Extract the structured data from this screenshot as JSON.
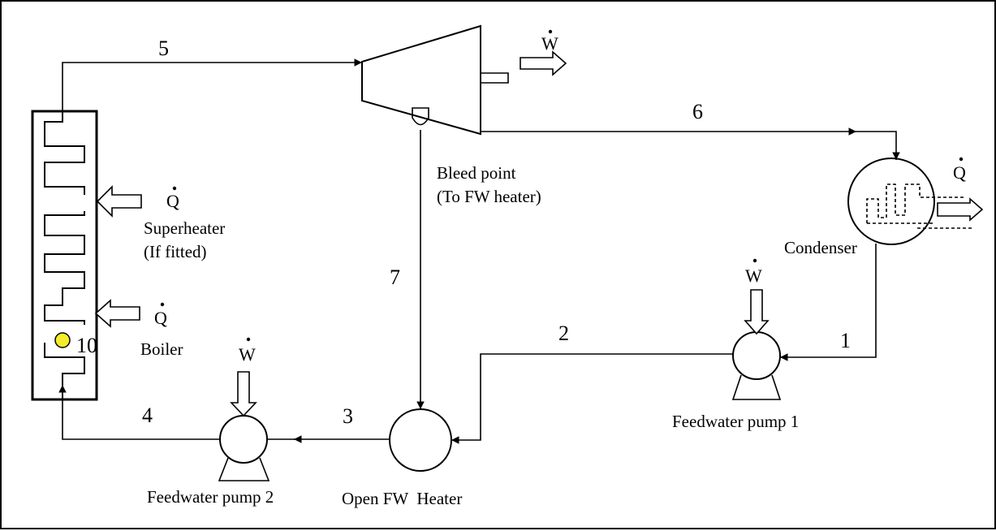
{
  "labels": {
    "bleed_point": "Bleed point",
    "to_fw_heater": "(To FW heater)",
    "superheater": "Superheater",
    "if_fitted": "(If fitted)",
    "boiler": "Boiler",
    "condenser": "Condenser",
    "feedwater_pump_1": "Feedwater pump 1",
    "feedwater_pump_2": "Feedwater pump 2",
    "open_fw_heater": "Open FW  Heater"
  },
  "state_points": {
    "p1": "1",
    "p2": "2",
    "p3": "3",
    "p4": "4",
    "p5": "5",
    "p6": "6",
    "p7": "7",
    "p10": "10"
  },
  "symbols": {
    "work": "W",
    "heat": "Q"
  },
  "colors": {
    "line": "#000000",
    "marker": "#f5ec2a"
  }
}
